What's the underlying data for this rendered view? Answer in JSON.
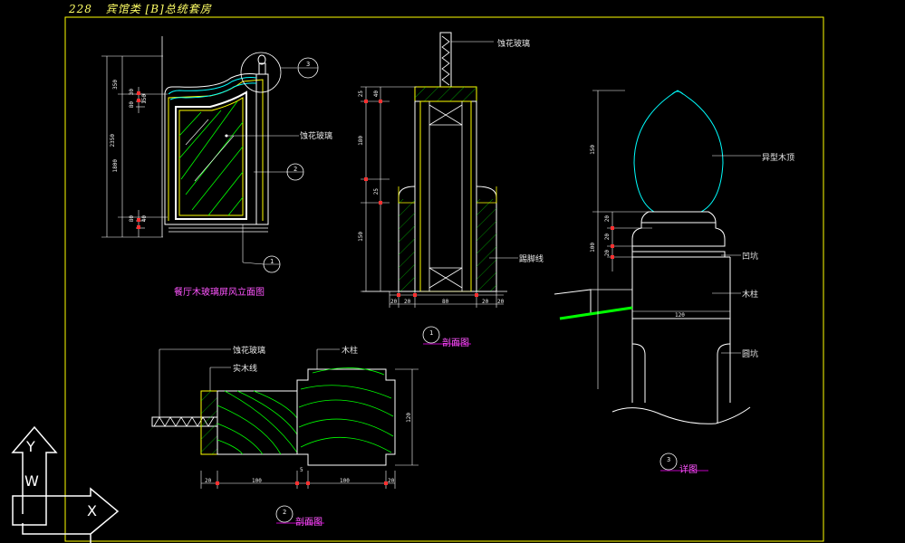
{
  "header": {
    "page_number": "228",
    "title": "宾馆类 [B]总统套房"
  },
  "labels": {
    "etched_glass_1": "蚀花玻璃",
    "etched_glass_2": "蚀花玻璃",
    "etched_glass_3": "蚀花玻璃",
    "baseboard": "踢脚线",
    "solid_wood_line": "实木线",
    "wood_post_1": "木柱",
    "wood_post_2": "木柱",
    "shaped_wood_top": "异型木顶",
    "concave_groove": "凹坑",
    "round_groove": "圆坑"
  },
  "titles": {
    "elevation": "餐厅木玻璃屏风立面图",
    "section1": "剖面图",
    "section2": "剖面图",
    "detail3": "详图"
  },
  "callouts": {
    "c1": "1",
    "c2": "2",
    "c3": "3",
    "t1": "1",
    "t2": "2",
    "t3": "3"
  },
  "dimensions": {
    "elev_total": "2350",
    "elev_top": "350",
    "elev_mid": "1800",
    "elev_a": "30",
    "elev_b": "80",
    "elev_c": "80",
    "elev_d": "40",
    "elev_e": "150",
    "sec1_a": "25",
    "sec1_b": "40",
    "sec1_c": "180",
    "sec1_d": "25",
    "sec1_e": "150",
    "sec1_w1": "20",
    "sec1_w2": "20",
    "sec1_w3": "80",
    "sec1_w4": "20",
    "sec1_w5": "20",
    "det_a": "150",
    "det_b": "20",
    "det_c": "20",
    "det_d": "100",
    "det_e": "20",
    "det_w": "120",
    "sec2_h": "120",
    "sec2_w1": "20",
    "sec2_w2": "100",
    "sec2_w3": "5",
    "sec2_w4": "100",
    "sec2_w5": "20"
  },
  "ucs": {
    "y": "Y",
    "w": "W",
    "x": "X"
  },
  "colors": {
    "frame": "#ffff00",
    "cyan": "#00ffff",
    "green": "#00ff00",
    "white": "#ffffff",
    "magenta": "#ff00ff",
    "yellow": "#ffff00",
    "red": "#ff3030",
    "background": "#000000"
  }
}
